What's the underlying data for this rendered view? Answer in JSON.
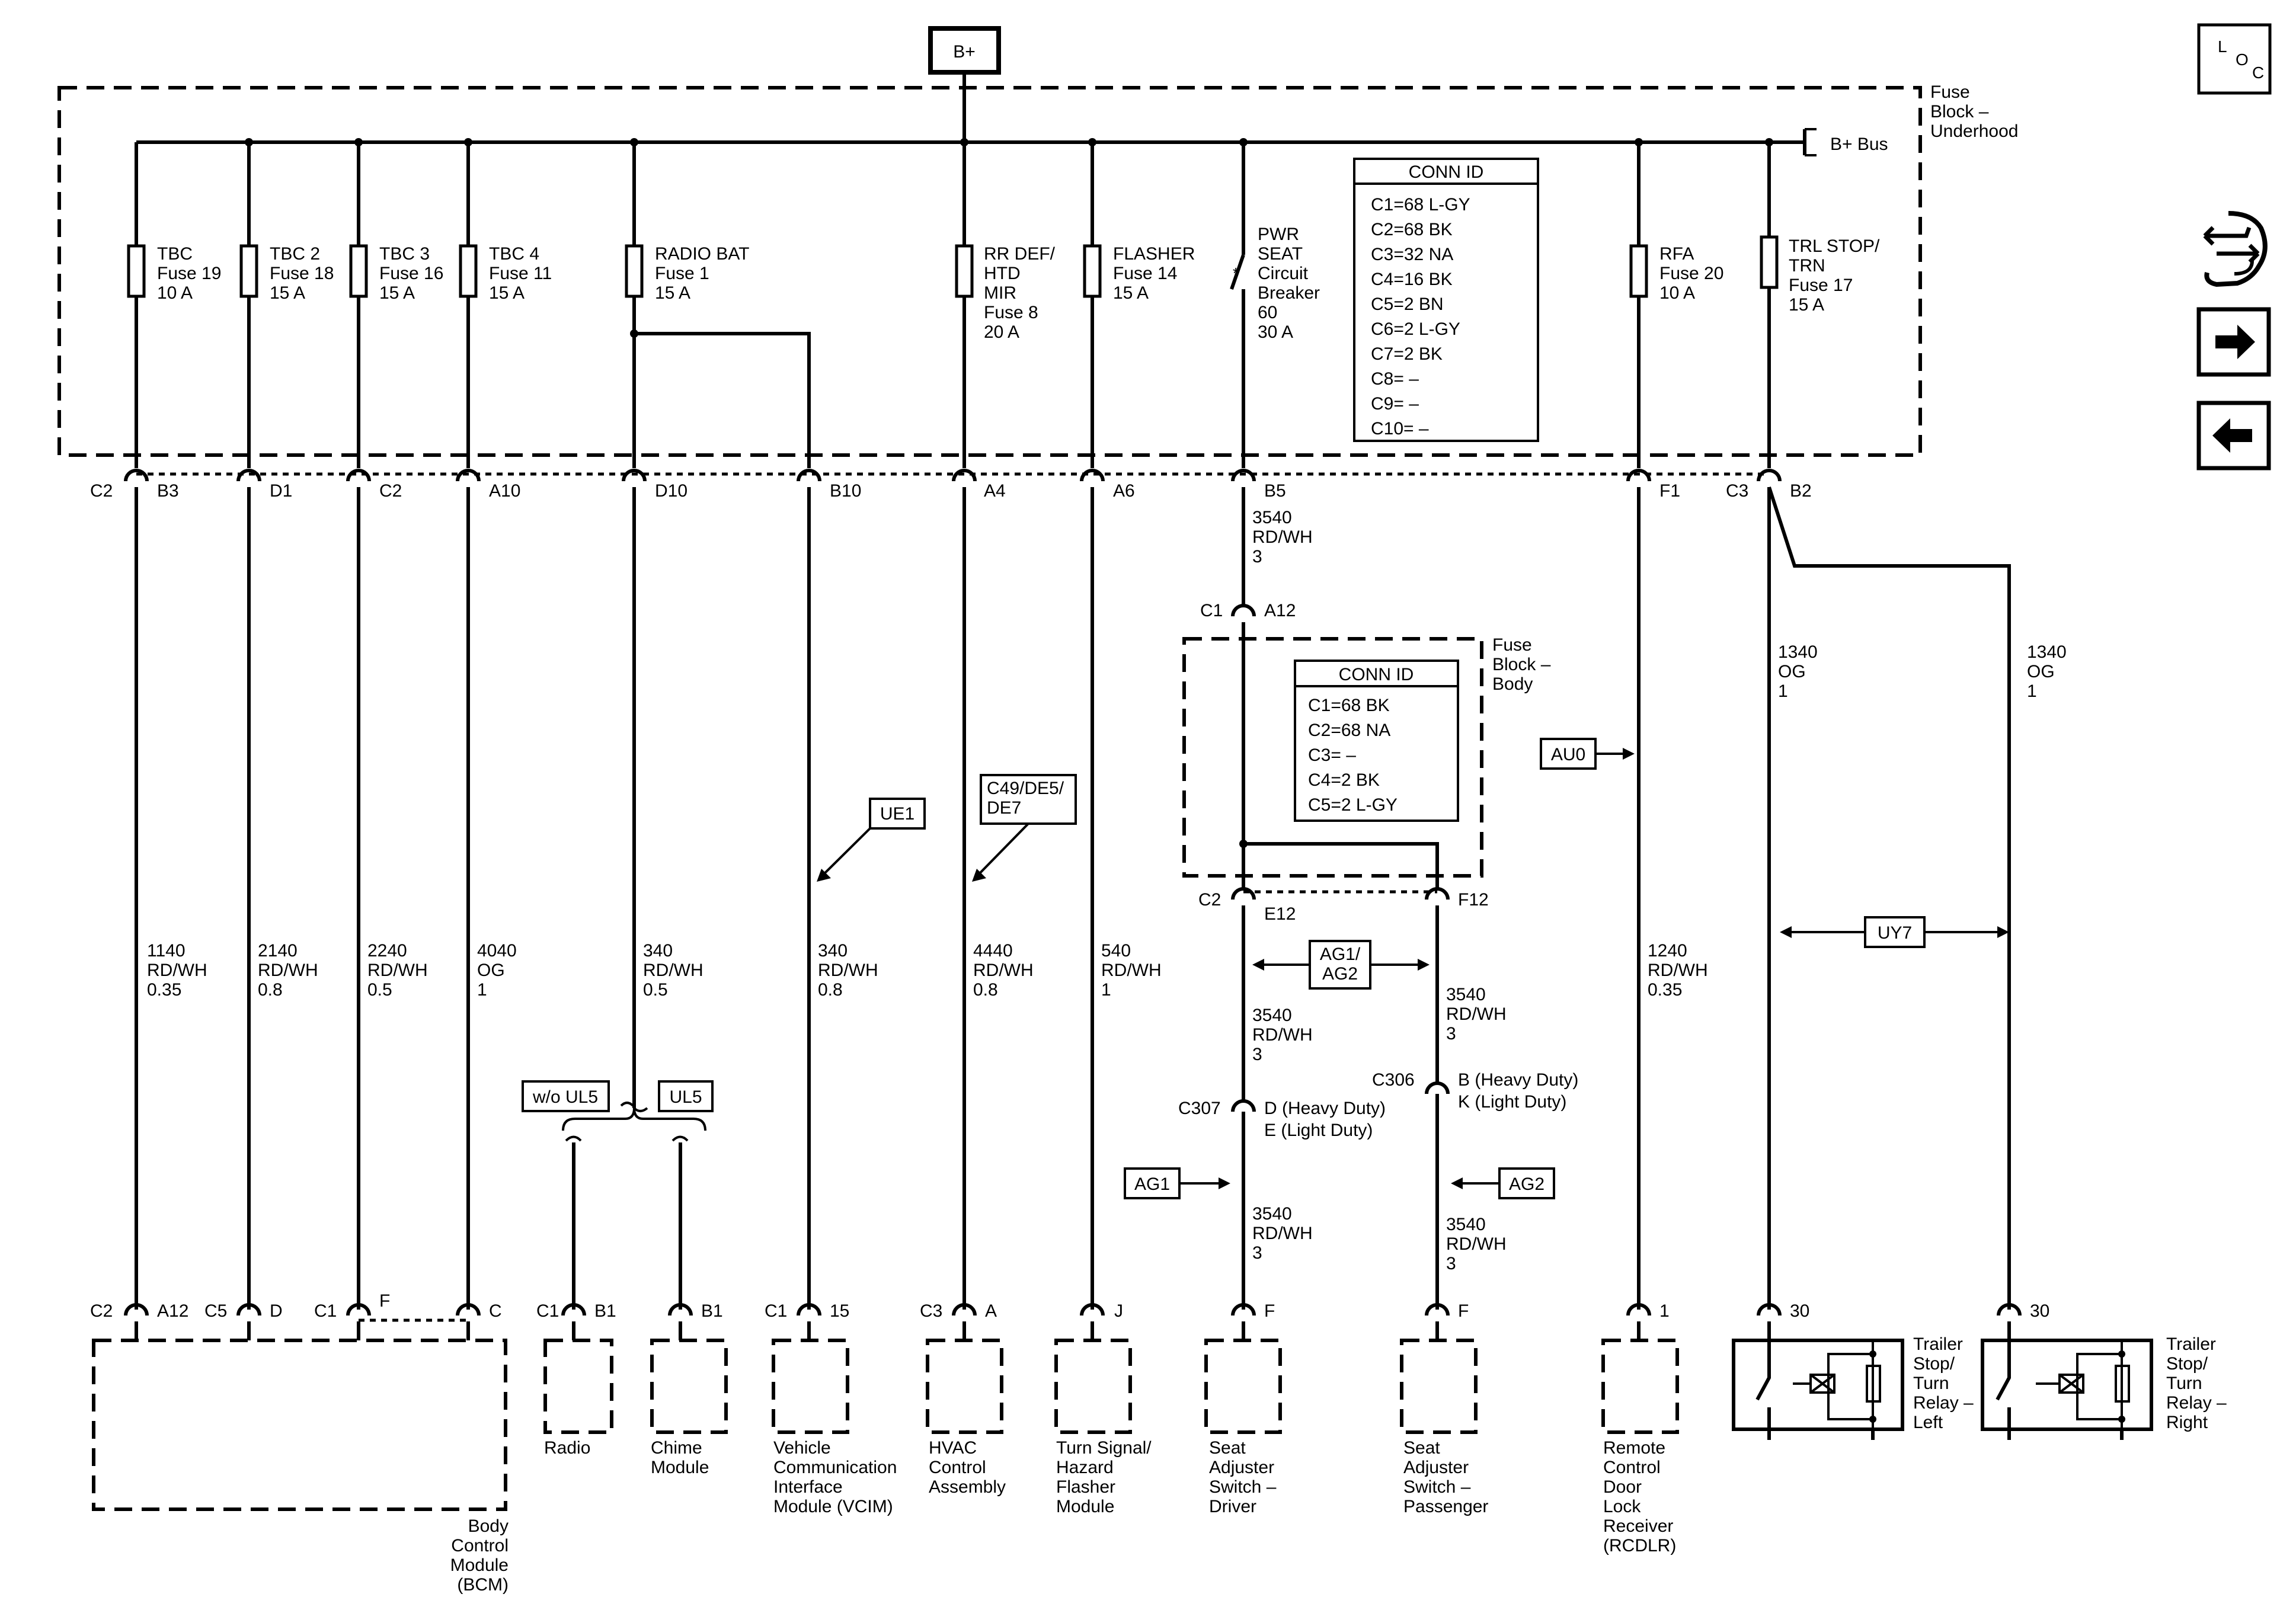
{
  "battery": "B+",
  "fuse_block_underhood": [
    "Fuse",
    "Block –",
    "Underhood"
  ],
  "bplus_bus": "B+ Bus",
  "fuses": [
    [
      "TBC",
      "Fuse 19",
      "10 A"
    ],
    [
      "TBC 2",
      "Fuse 18",
      "15 A"
    ],
    [
      "TBC 3",
      "Fuse 16",
      "15 A"
    ],
    [
      "TBC 4",
      "Fuse 11",
      "15 A"
    ],
    [
      "RADIO BAT",
      "Fuse 1",
      "15 A"
    ],
    [
      "RR DEF/",
      "HTD",
      "MIR",
      "Fuse 8",
      "20 A"
    ],
    [
      "FLASHER",
      "Fuse 14",
      "15 A"
    ],
    [
      "PWR",
      "SEAT",
      "Circuit",
      "Breaker",
      "60",
      "30 A"
    ],
    [
      "RFA",
      "Fuse 20",
      "10 A"
    ],
    [
      "TRL STOP/",
      "TRN",
      "Fuse 17",
      "15 A"
    ]
  ],
  "conn_id_underhood": {
    "title": "CONN ID",
    "lines": [
      "C1=68 L-GY",
      "C2=68 BK",
      "C3=32 NA",
      "C4=16 BK",
      "C5=2 BN",
      "C6=2 L-GY",
      "C7=2 BK",
      "C8= –",
      "C9= –",
      "C10= –"
    ]
  },
  "top_pins": [
    "C2",
    "B3",
    "D1",
    "C2",
    "A10",
    "D10",
    "B10",
    "A4",
    "A6",
    "B5",
    "F1",
    "C3",
    "B2"
  ],
  "wires_main": [
    [
      "1140",
      "RD/WH",
      "0.35"
    ],
    [
      "2140",
      "RD/WH",
      "0.8"
    ],
    [
      "2240",
      "RD/WH",
      "0.5"
    ],
    [
      "4040",
      "OG",
      "1"
    ],
    [
      "340",
      "RD/WH",
      "0.5"
    ],
    [
      "340",
      "RD/WH",
      "0.8"
    ],
    [
      "4440",
      "RD/WH",
      "0.8"
    ],
    [
      "540",
      "RD/WH",
      "1"
    ],
    [
      "1240",
      "RD/WH",
      "0.35"
    ],
    [
      "1340",
      "OG",
      "1"
    ],
    [
      "1340",
      "OG",
      "1"
    ]
  ],
  "seat_wires": [
    [
      "3540",
      "RD/WH",
      "3"
    ],
    [
      "3540",
      "RD/WH",
      "3"
    ],
    [
      "3540",
      "RD/WH",
      "3"
    ],
    [
      "3540",
      "RD/WH",
      "3"
    ],
    [
      "3540",
      "RD/WH",
      "3"
    ]
  ],
  "fuse_block_body": {
    "label": [
      "Fuse",
      "Block –",
      "Body"
    ],
    "conn_title": "CONN ID",
    "conn_lines": [
      "C1=68 BK",
      "C2=68 NA",
      "C3= –",
      "C4=2 BK",
      "C5=2 L-GY"
    ],
    "pins": [
      "C1",
      "A12",
      "C2",
      "E12",
      "F12"
    ]
  },
  "options": [
    "UE1",
    "C49/DE5/",
    "DE7",
    "AU0",
    "AG1/",
    "AG2",
    "UY7",
    "AG1",
    "AG2",
    "w/o UL5",
    "UL5"
  ],
  "inline_connectors": {
    "c307": [
      "C307",
      "D (Heavy Duty)",
      "E (Light Duty)"
    ],
    "c306": [
      "C306",
      "B (Heavy Duty)",
      "K (Light Duty)"
    ]
  },
  "bottom_pins": [
    "C2",
    "A12",
    "C5",
    "D",
    "C1",
    "F",
    "C",
    "C1",
    "B1",
    "B1",
    "C1",
    "15",
    "C3",
    "A",
    "J",
    "F",
    "F",
    "1",
    "30",
    "30"
  ],
  "components": {
    "bcm": [
      "Body",
      "Control",
      "Module",
      "(BCM)"
    ],
    "radio": [
      "Radio"
    ],
    "chime": [
      "Chime",
      "Module"
    ],
    "vcim": [
      "Vehicle",
      "Communication",
      "Interface",
      "Module (VCIM)"
    ],
    "hvac": [
      "HVAC",
      "Control",
      "Assembly"
    ],
    "flasher": [
      "Turn Signal/",
      "Hazard",
      "Flasher",
      "Module"
    ],
    "seat_driver": [
      "Seat",
      "Adjuster",
      "Switch –",
      "Driver"
    ],
    "seat_passenger": [
      "Seat",
      "Adjuster",
      "Switch –",
      "Passenger"
    ],
    "rcdlr": [
      "Remote",
      "Control",
      "Door",
      "Lock",
      "Receiver",
      "(RCDLR)"
    ],
    "relay_left": [
      "Trailer",
      "Stop/",
      "Turn",
      "Relay –",
      "Left"
    ],
    "relay_right": [
      "Trailer",
      "Stop/",
      "Turn",
      "Relay –",
      "Right"
    ]
  },
  "loc_icon": [
    "L",
    "O",
    "C"
  ]
}
